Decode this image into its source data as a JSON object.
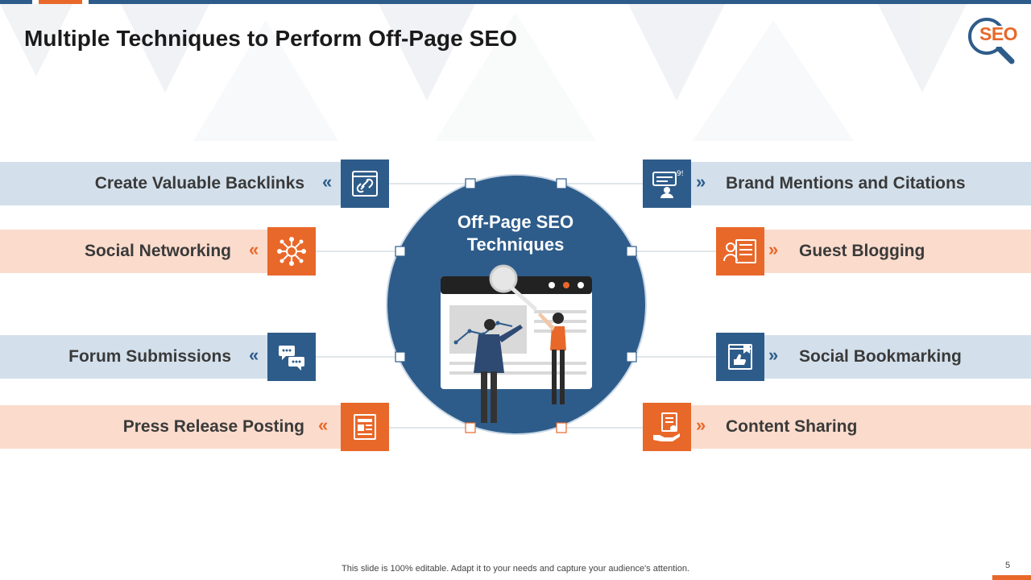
{
  "slide": {
    "title": "Multiple Techniques to Perform Off-Page SEO",
    "logo_text": "SEO",
    "center_title_line1": "Off-Page SEO",
    "center_title_line2": "Techniques",
    "footer": "This slide is 100% editable. Adapt it to your needs and capture your audience's attention.",
    "page_number": "5"
  },
  "techniques": {
    "left": [
      {
        "label": "Create Valuable Backlinks",
        "chevron": "«",
        "icon": "backlink-icon",
        "color": "blue"
      },
      {
        "label": "Social Networking",
        "chevron": "«",
        "icon": "network-icon",
        "color": "orange"
      },
      {
        "label": "Forum Submissions",
        "chevron": "«",
        "icon": "chat-icon",
        "color": "blue"
      },
      {
        "label": "Press Release Posting",
        "chevron": "«",
        "icon": "document-icon",
        "color": "orange"
      }
    ],
    "right": [
      {
        "label": "Brand Mentions and Citations",
        "chevron": "»",
        "icon": "brand-mention-icon",
        "color": "blue"
      },
      {
        "label": "Guest Blogging",
        "chevron": "»",
        "icon": "guest-blog-icon",
        "color": "orange"
      },
      {
        "label": "Social Bookmarking",
        "chevron": "»",
        "icon": "bookmark-icon",
        "color": "blue"
      },
      {
        "label": "Content Sharing",
        "chevron": "»",
        "icon": "content-share-icon",
        "color": "orange"
      }
    ]
  },
  "colors": {
    "blue": "#2e5c8a",
    "orange": "#e8682a",
    "light_blue": "#d3e0ec",
    "light_orange": "#fbdbcc"
  }
}
